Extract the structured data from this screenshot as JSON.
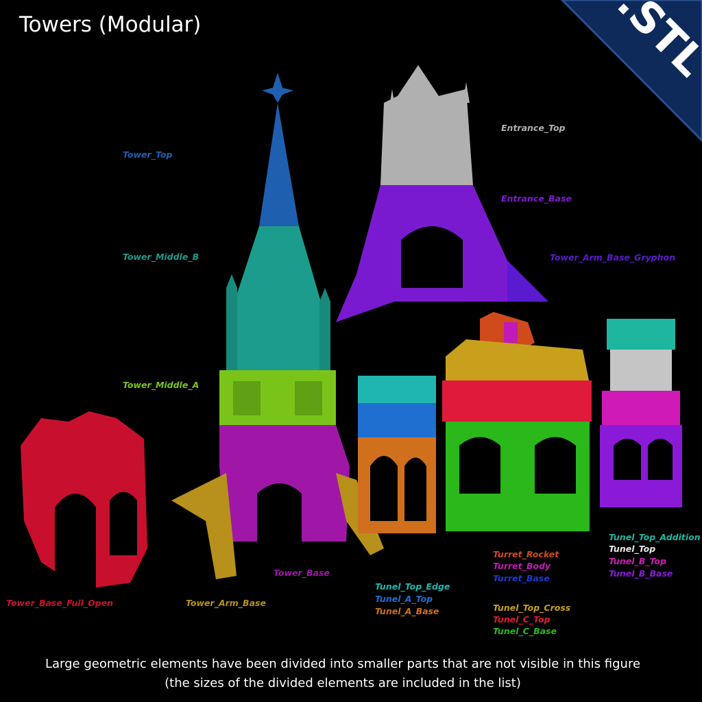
{
  "title": "Towers (Modular)",
  "badge": ".STL",
  "colors": {
    "background": "#000000",
    "badge_bg": "#0d2a5a",
    "tower_top": "#1f5fb0",
    "tower_middle_b": "#1c9c8c",
    "tower_middle_a": "#7ac41a",
    "tower_base": "#a017a8",
    "tower_arm_base": "#b8901c",
    "tower_base_full_open": "#c8102e",
    "entrance_top": "#b0b0b0",
    "entrance_base": "#7a1ad0",
    "tower_arm_base_gryphon": "#5a1ad0",
    "tunel_top_edge": "#1fb6b0",
    "tunel_a_top": "#1f6fd0",
    "tunel_a_base": "#d0701c",
    "turret_rocket": "#d04a1c",
    "turret_body": "#c01ab8",
    "turret_base": "#1a3ad0",
    "tunel_top_cross": "#c8a01c",
    "tunel_c_top": "#e01a3a",
    "tunel_c_base": "#2ab81a",
    "tunel_top_addition": "#1fb6a0",
    "tunel_top": "#e8e8e8",
    "tunel_b_top": "#d01ab8",
    "tunel_b_base": "#8a1ad8"
  },
  "labels": {
    "tower_top": "Tower_Top",
    "tower_middle_b": "Tower_Middle_B",
    "tower_middle_a": "Tower_Middle_A",
    "tower_base": "Tower_Base",
    "tower_arm_base": "Tower_Arm_Base",
    "tower_base_full_open": "Tower_Base_Full_Open",
    "entrance_top": "Entrance_Top",
    "entrance_base": "Entrance_Base",
    "tower_arm_base_gryphon": "Tower_Arm_Base_Gryphon",
    "tunel_top_edge": "Tunel_Top_Edge",
    "tunel_a_top": "Tunel_A_Top",
    "tunel_a_base": "Tunel_A_Base",
    "turret_rocket": "Turret_Rocket",
    "turret_body": "Turret_Body",
    "turret_base": "Turret_Base",
    "tunel_top_cross": "Tunel_Top_Cross",
    "tunel_c_top": "Tunel_C_Top",
    "tunel_c_base": "Tunel_C_Base",
    "tunel_top_addition": "Tunel_Top_Addition",
    "tunel_top": "Tunel_Top",
    "tunel_b_top": "Tunel_B_Top",
    "tunel_b_base": "Tunel_B_Base"
  },
  "footer": {
    "line1": "Large geometric elements have been divided into smaller parts that are not visible in this figure",
    "line2": "(the sizes of the divided elements are included in the list)"
  }
}
